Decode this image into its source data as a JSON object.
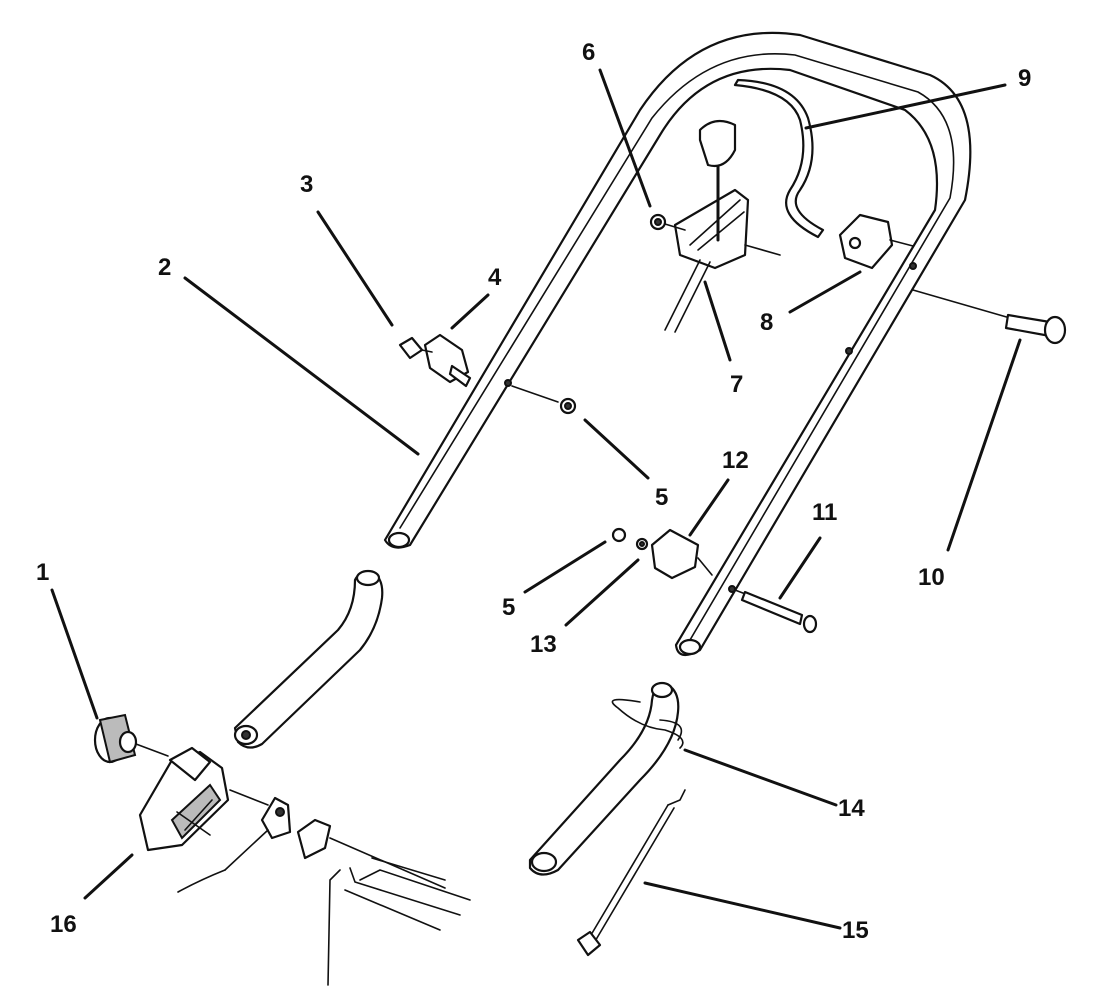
{
  "callouts": [
    {
      "id": "c1",
      "text": "1"
    },
    {
      "id": "c2",
      "text": "2"
    },
    {
      "id": "c3",
      "text": "3"
    },
    {
      "id": "c4",
      "text": "4"
    },
    {
      "id": "c5a",
      "text": "5"
    },
    {
      "id": "c5b",
      "text": "5"
    },
    {
      "id": "c6",
      "text": "6"
    },
    {
      "id": "c7",
      "text": "7"
    },
    {
      "id": "c8",
      "text": "8"
    },
    {
      "id": "c9",
      "text": "9"
    },
    {
      "id": "c10",
      "text": "10"
    },
    {
      "id": "c11",
      "text": "11"
    },
    {
      "id": "c12",
      "text": "12"
    },
    {
      "id": "c13",
      "text": "13"
    },
    {
      "id": "c14",
      "text": "14"
    },
    {
      "id": "c15",
      "text": "15"
    },
    {
      "id": "c16",
      "text": "16"
    }
  ]
}
